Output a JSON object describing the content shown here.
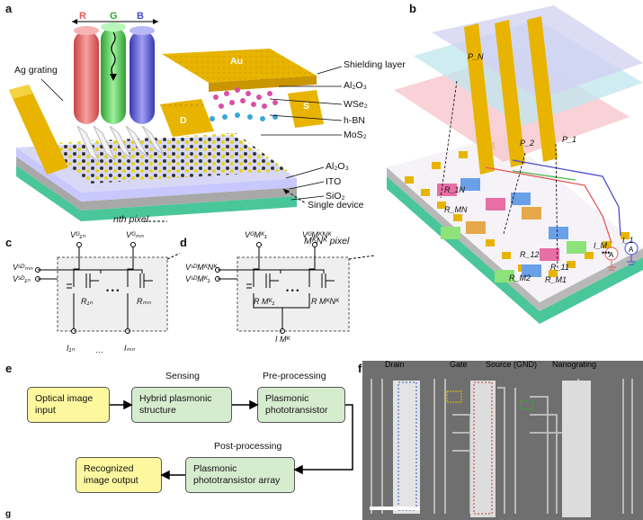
{
  "panels": {
    "a": "a",
    "b": "b",
    "c": "c",
    "d": "d",
    "e": "e",
    "f": "f",
    "g": "g"
  },
  "panel_a": {
    "rgb": {
      "r": "R",
      "g": "G",
      "b": "B"
    },
    "labels": {
      "ag_grating": "Ag grating",
      "au": "Au",
      "d": "D",
      "s": "S",
      "g": "G",
      "shielding": "Shielding layer",
      "al2o3_top": "Al₂O₃",
      "wse2": "WSe₂",
      "hbn": "h-BN",
      "mos2": "MoS₂",
      "al2o3": "Al₂O₃",
      "ito": "ITO",
      "sio2": "SiO₂",
      "single_device": "Single device"
    },
    "colors": {
      "red": "#e35b5b",
      "green": "#4cbb4c",
      "blue": "#5a5ad0",
      "gold": "#e8b400"
    }
  },
  "panel_b": {
    "p_labels": [
      "P_N",
      "P_2",
      "P_1"
    ],
    "r_labels": [
      "R_1N",
      "R_MN",
      "R_12",
      "R_11",
      "R_M2",
      "R_M1"
    ],
    "currents": [
      "I_M",
      "I_1"
    ],
    "dots": "•••"
  },
  "panel_c": {
    "title": "nth pixel",
    "v_top": [
      "Vᴳ₁ₙ",
      "Vᴳₘₙ"
    ],
    "v_left": [
      "Vˢᴰₘₙ",
      "Vˢᴰ₁ₙ"
    ],
    "resistors": [
      "R₁ₙ",
      "Rₘₙ"
    ],
    "outputs": [
      "I₁ₙ",
      "Iₘₙ"
    ],
    "dots": "• • •",
    "ellipsis": "…"
  },
  "panel_d": {
    "title": "MᴷNᴷ pixel",
    "v_top": [
      "VᴳMᴷ₁",
      "VᴳMᴷNᴷ"
    ],
    "v_left": [
      "VˢᴰMᴷNᴷ",
      "VˢᴰMᴷ₁"
    ],
    "resistors": [
      "R Mᴷ₁",
      "R MᴷNᴷ"
    ],
    "output": "I Mᴷ",
    "dots": "• • •"
  },
  "panel_e": {
    "headers": {
      "sensing": "Sensing",
      "pre": "Pre-processing",
      "post": "Post-processing"
    },
    "boxes": {
      "input": "Optical image input",
      "hybrid": "Hybrid plasmonic structure",
      "photo": "Plasmonic phototransistor",
      "array": "Plasmonic phototransistor array",
      "output": "Recognized image output"
    }
  },
  "panel_f": {
    "labels": {
      "drain": "Drain",
      "gate": "Gate",
      "source": "Source (GND)",
      "nanograting": "Nanograting"
    }
  }
}
